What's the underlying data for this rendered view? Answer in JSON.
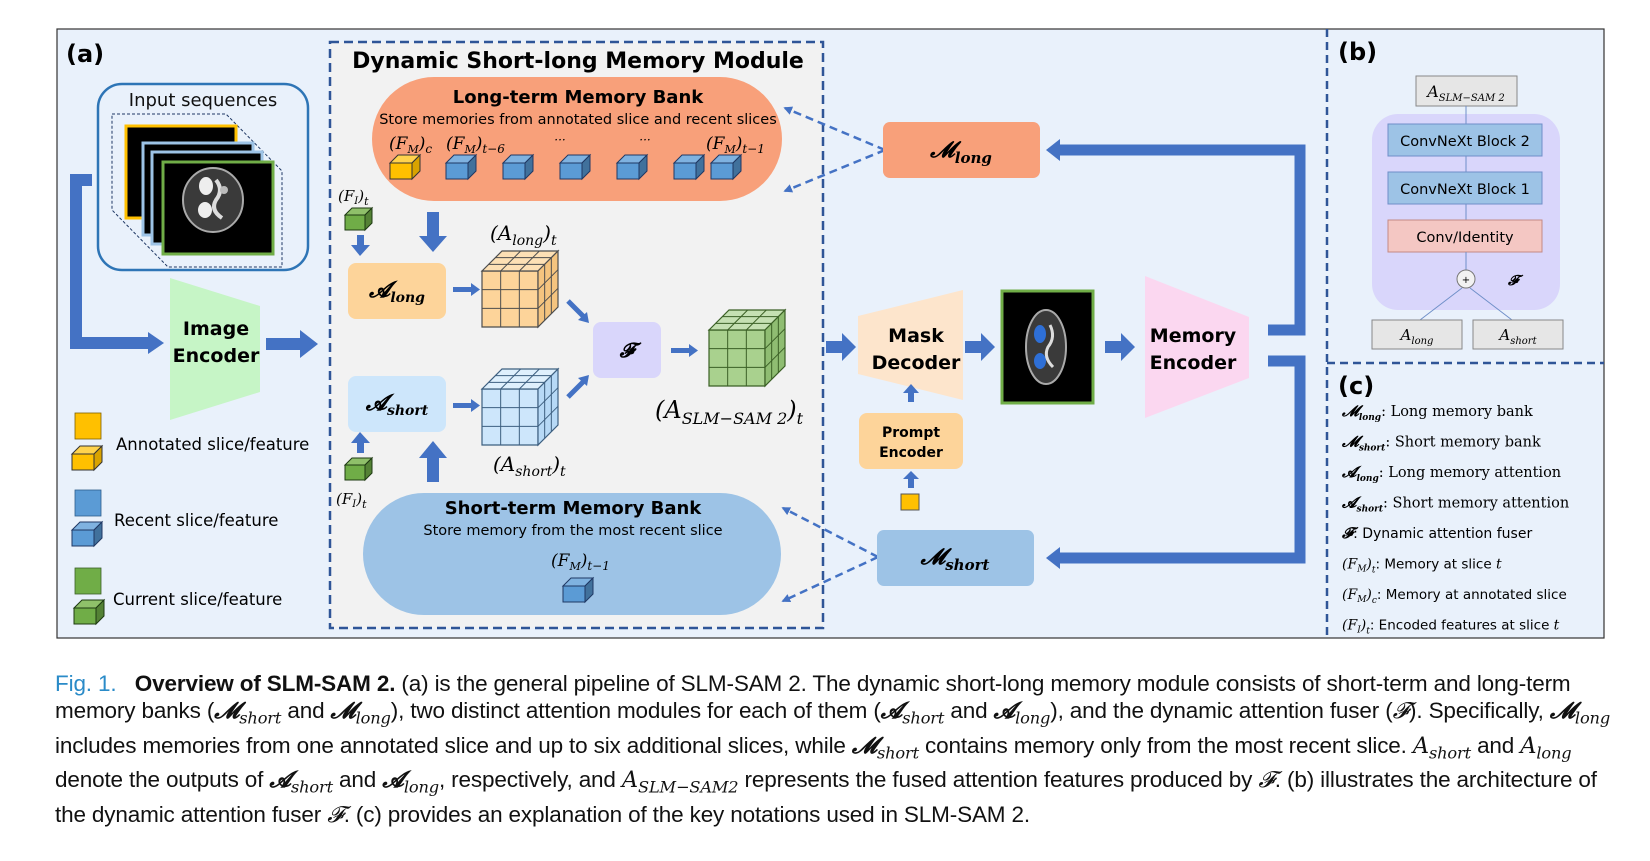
{
  "panels": {
    "a_label": "(a)",
    "b_label": "(b)",
    "c_label": "(c)"
  },
  "input": {
    "title": "Input sequences"
  },
  "image_encoder": {
    "line1": "Image",
    "line2": "Encoder"
  },
  "legend": [
    {
      "label": "Annotated slice/feature",
      "color": "#ffc000"
    },
    {
      "label": "Recent slice/feature",
      "color": "#5b9bd5"
    },
    {
      "label": "Current slice/feature",
      "color": "#70ad47"
    }
  ],
  "module": {
    "title": "Dynamic Short-long Memory Module",
    "long_bank": {
      "title": "Long-term Memory Bank",
      "subtitle": "Store memories from annotated slice and recent slices",
      "labels": [
        "(F",
        "M",
        ")",
        "c",
        "(F",
        "M",
        ")",
        "t−6",
        "...",
        "...",
        "(F",
        "M",
        ")",
        "t−1"
      ],
      "label_c": "c",
      "label_t6": "t−6",
      "label_t1": "t−1",
      "ellipsis": "···"
    },
    "short_bank": {
      "title": "Short-term Memory Bank",
      "subtitle": "Store memory from the most recent slice",
      "label_sub": "t−1"
    },
    "fi_label_sub": "t",
    "a_long_sym": "𝓐",
    "a_long_sub": "long",
    "a_short_sym": "𝓐",
    "a_short_sub": "short",
    "a_long_out_sub": "long",
    "a_short_out_sub": "short",
    "fuser_sym": "𝓕",
    "fused_sub": "SLM−SAM 2",
    "t": "t"
  },
  "m_long": {
    "sym": "𝓜",
    "sub": "long",
    "color": "#f8a07a"
  },
  "m_short": {
    "sym": "𝓜",
    "sub": "short",
    "color": "#9dc3e6"
  },
  "mask_decoder": {
    "line1": "Mask",
    "line2": "Decoder"
  },
  "prompt_encoder": {
    "line1": "Prompt",
    "line2": "Encoder"
  },
  "memory_encoder": {
    "line1": "Memory",
    "line2": "Encoder"
  },
  "fuser_arch": {
    "output": "SLM−SAM 2",
    "blocks": [
      "ConvNeXt Block 2",
      "ConvNeXt Block 1",
      "Conv/Identity"
    ],
    "plus": "+",
    "fuser_sym": "𝓕",
    "inputs": [
      "long",
      "short"
    ]
  },
  "notation": [
    {
      "sym": "𝓜",
      "sub": "long",
      "text": ": Long memory bank",
      "style": "cal"
    },
    {
      "sym": "𝓜",
      "sub": "short",
      "text": ": Short memory bank",
      "style": "cal"
    },
    {
      "sym": "𝓐",
      "sub": "long",
      "text": ": Long memory attention",
      "style": "cal"
    },
    {
      "sym": "𝓐",
      "sub": "short",
      "text": ": Short memory attention",
      "style": "cal"
    },
    {
      "sym": "𝓕",
      "sub": "",
      "text": ": Dynamic attention fuser",
      "style": "cal"
    },
    {
      "sym": "(F",
      "sub": "M",
      "post": ")",
      "sub2": "t",
      "text": ": Memory at slice ",
      "tail": "t",
      "style": "paren"
    },
    {
      "sym": "(F",
      "sub": "M",
      "post": ")",
      "sub2": "c",
      "text": ": Memory at annotated slice",
      "tail": "",
      "style": "paren"
    },
    {
      "sym": "(F",
      "sub": "I",
      "post": ")",
      "sub2": "t",
      "text": ": Encoded features at slice ",
      "tail": "t",
      "style": "paren"
    }
  ],
  "caption": {
    "fig_no": "Fig. 1.",
    "title": "Overview of SLM-SAM 2.",
    "t1": " (a) is the general pipeline of SLM-SAM 2. The dynamic short-long memory module consists of short-term and long-term memory banks (",
    "t2": " and ",
    "t3": "), two distinct attention modules for each of them (",
    "t4": " and ",
    "t5": "), and the dynamic attention fuser (",
    "t6": "). Specifically, ",
    "t7": " includes memories from one annotated slice and up to six additional slices, while ",
    "t8": " contains memory only from the most recent slice. ",
    "t9": " and ",
    "t10": " denote the outputs of ",
    "t11": " and ",
    "t12": ", respectively, and ",
    "t13": " represents the fused attention features produced by ",
    "t14": ". (b) illustrates the architecture of the dynamic attention fuser ",
    "t15": ". (c) provides an explanation of the key notations used in SLM-SAM 2.",
    "M": "𝓜",
    "A": "𝓐",
    "F": "𝓕",
    "Aplain": "A",
    "short": "short",
    "long": "long",
    "slm": "SLM−SAM2"
  },
  "colors": {
    "panel_bg": "#e9f1fb",
    "module_bg": "#f2f2f2",
    "arrow": "#4472c4",
    "dash": "#2f5597",
    "long_bank": "#f8a07a",
    "short_bank": "#9dc3e6",
    "a_long": "#fdd49a",
    "a_short": "#cde6fb",
    "fuser": "#d9d6fb",
    "image_encoder": "#c6f5c6",
    "mask_decoder": "#fde5cc",
    "memory_encoder": "#fbd7f0",
    "prompt_encoder": "#fdd49a",
    "convnext": "#9dc3e6",
    "conv_identity": "#f4c7c3",
    "fuser_panel": "#d9d6fb"
  }
}
